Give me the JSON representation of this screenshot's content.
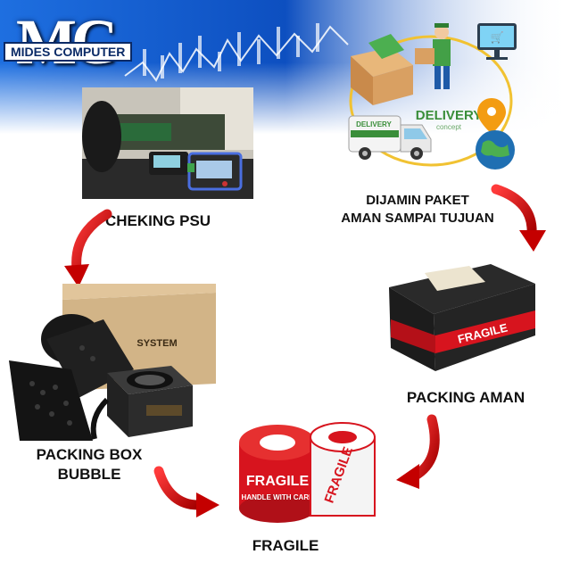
{
  "logo": {
    "monogram": "MC",
    "name": "MIDES COMPUTER"
  },
  "steps": {
    "checking_psu": "CHEKING PSU",
    "delivery_line1": "DIJAMIN PAKET",
    "delivery_line2": "AMAN SAMPAI TUJUAN",
    "packing_aman": "PACKING AMAN",
    "packing_box_line1": "PACKING BOX",
    "packing_box_line2": "BUBBLE",
    "fragile": "FRAGILE"
  },
  "delivery_graphic": {
    "title": "DELIVERY",
    "subtitle": "concept",
    "van_label": "DELIVERY"
  },
  "box_label": "SYSTEM",
  "tape_text": {
    "word": "FRAGILE",
    "sub": "HANDLE WITH CARE"
  },
  "colors": {
    "arrow_red": "#d81414",
    "tape_red": "#d7141e",
    "banner_blue": "#0d4fc0",
    "logo_blue": "#0a2a66"
  }
}
